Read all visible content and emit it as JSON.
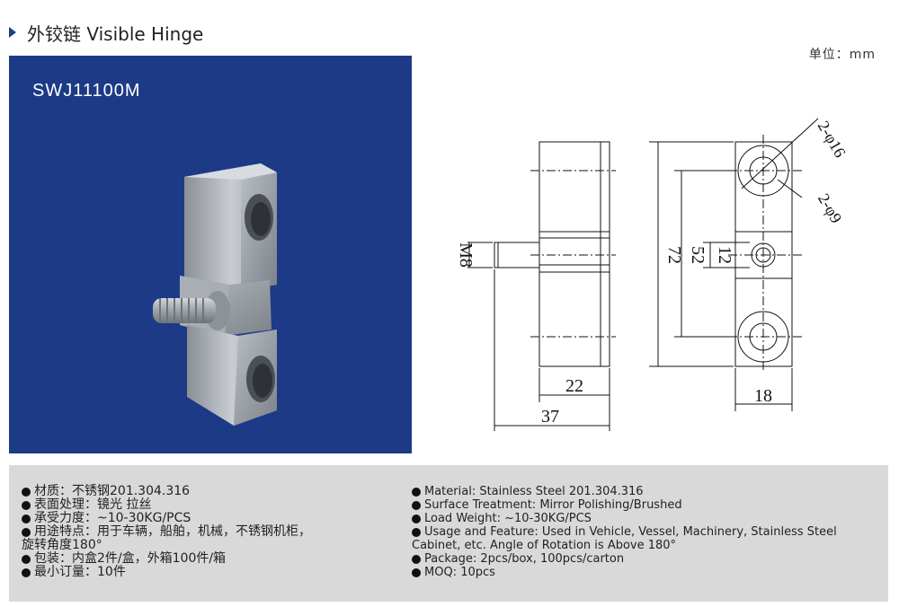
{
  "header": {
    "title": "外铰链 Visible Hinge",
    "unit": "单位：mm"
  },
  "product": {
    "model": "SWJ11100M"
  },
  "drawing": {
    "dims": {
      "m8": "M8",
      "d22": "22",
      "d37": "37",
      "d72": "72",
      "d52": "52",
      "d12": "12",
      "d18": "18",
      "hole16": "2-φ16",
      "hole9": "2-φ9"
    }
  },
  "specs_cn": [
    {
      "text": "材质：不锈钢201.304.316"
    },
    {
      "text": "表面处理：镜光 拉丝"
    },
    {
      "text": "承受力度：~10-30KG/PCS"
    },
    {
      "text": "用途特点：用于车辆，船舶，机械，不锈钢机柜，"
    },
    {
      "text": "旋转角度180°",
      "continuation": true
    },
    {
      "text": "包装：内盒2件/盒，外箱100件/箱"
    },
    {
      "text": "最小订量：10件"
    }
  ],
  "specs_en": [
    {
      "text": "Material: Stainless Steel 201.304.316"
    },
    {
      "text": "Surface Treatment: Mirror Polishing/Brushed"
    },
    {
      "text": "Load Weight: ~10-30KG/PCS"
    },
    {
      "text": "Usage and Feature: Used in Vehicle, Vessel, Machinery, Stainless Steel"
    },
    {
      "text": "Cabinet, etc. Angle of Rotation is Above 180°",
      "continuation": true
    },
    {
      "text": "Package: 2pcs/box, 100pcs/carton"
    },
    {
      "text": "MOQ: 10pcs"
    }
  ],
  "colors": {
    "panel_blue": "#1c3a86",
    "footer_gray": "#d9d9d9",
    "accent": "#1f3d8a"
  }
}
